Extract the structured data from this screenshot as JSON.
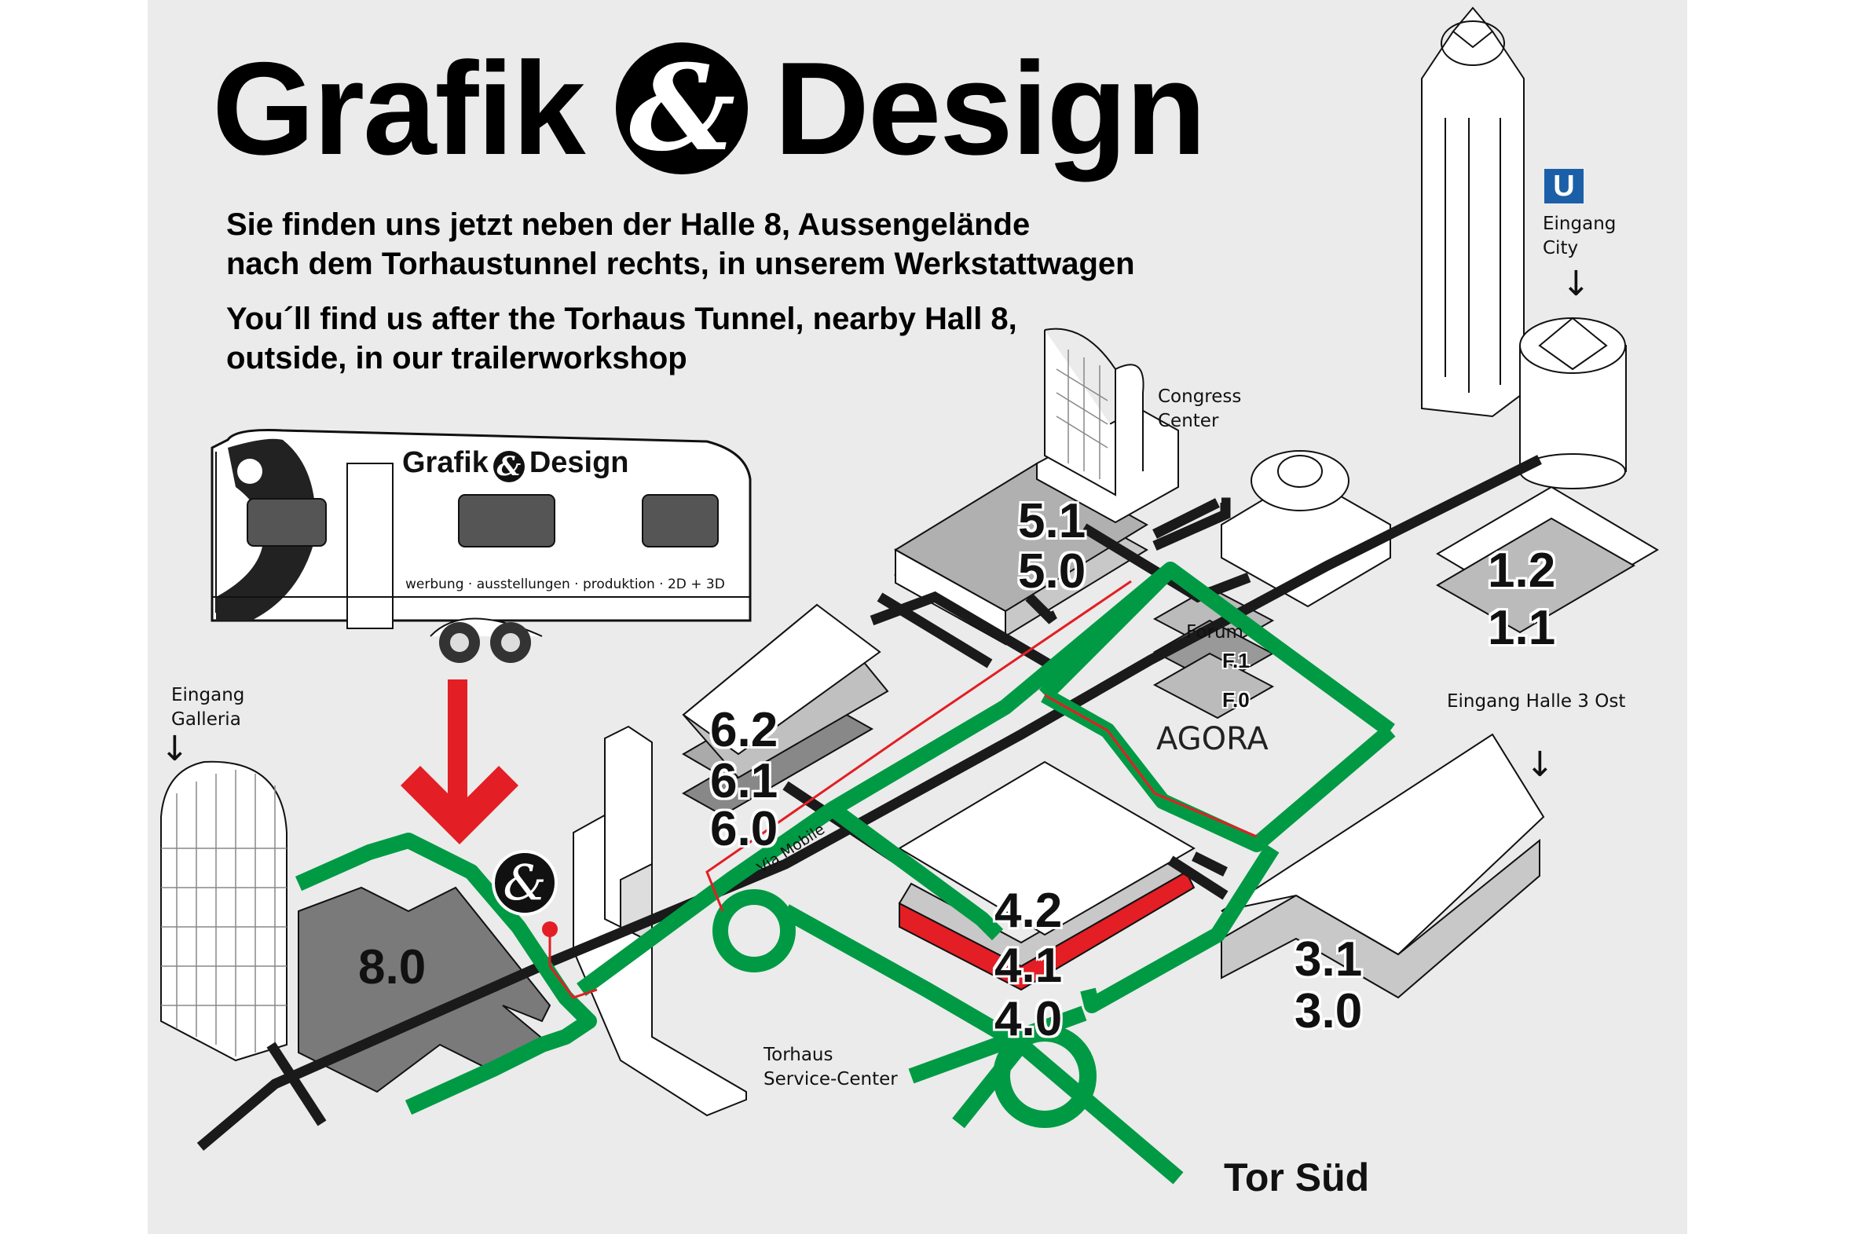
{
  "title": {
    "left": "Grafik",
    "amp": "&",
    "right": "Design"
  },
  "intro": {
    "de_line1": "Sie finden uns jetzt neben der Halle 8, Aussengelände",
    "de_line2": "nach dem Torhaustunnel rechts, in unserem Werkstattwagen",
    "en_line1": "You´ll find us after the Torhaus Tunnel, nearby Hall 8,",
    "en_line2": "outside, in our trailerworkshop"
  },
  "trailer": {
    "brand_left": "Grafik",
    "brand_amp": "&",
    "brand_right": "Design",
    "tagline": "werbung · ausstellungen · produktion · 2D + 3D"
  },
  "marker_symbol": "&",
  "labels": {
    "eingang_galleria": [
      "Eingang",
      "Galleria"
    ],
    "congress_center": [
      "Congress",
      "Center"
    ],
    "eingang_city": [
      "Eingang",
      "City"
    ],
    "u_bahn": "U",
    "eingang_halle3": "Eingang Halle 3 Ost",
    "torhaus": [
      "Torhaus",
      "Service-Center"
    ],
    "agora": "AGORA",
    "forum": "Forum",
    "tor_sued": "Tor Süd",
    "via_mobile": "Via Mobile",
    "arrow_down": "↓"
  },
  "halls": {
    "h51": "5.1",
    "h50": "5.0",
    "h12": "1.2",
    "h11": "1.1",
    "h62": "6.2",
    "h61": "6.1",
    "h60": "6.0",
    "h80": "8.0",
    "h42": "4.2",
    "h41": "4.1",
    "h40": "4.0",
    "h31": "3.1",
    "h30": "3.0",
    "f1": "F.1",
    "f0": "F.0"
  },
  "colors": {
    "background": "#ebebeb",
    "route_green": "#009a44",
    "highlight_red": "#e31e24",
    "road_black": "#1a1a1a",
    "ubahn_blue": "#1b5fa8"
  }
}
